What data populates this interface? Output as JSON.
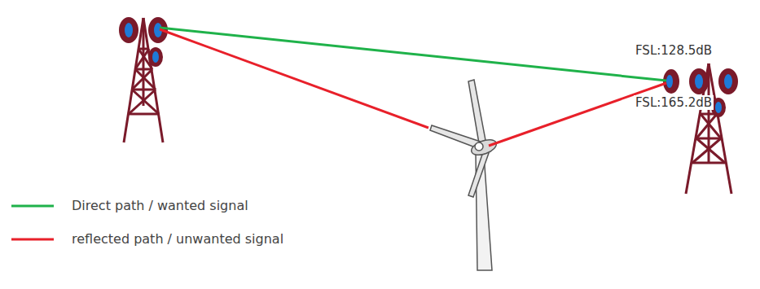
{
  "diagram": {
    "labels": [
      "FSL:128.5dB",
      "FSL:165.2dB"
    ],
    "legend": [
      {
        "text": "Direct path / wanted signal"
      },
      {
        "text": "reflected path / unwanted signal"
      }
    ]
  }
}
